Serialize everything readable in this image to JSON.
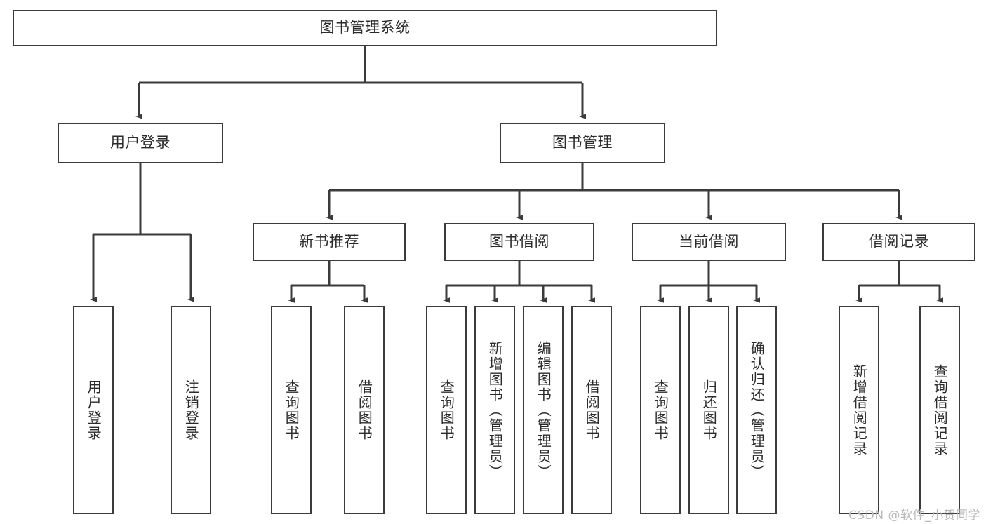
{
  "diagram": {
    "title": "图书管理系统",
    "type": "tree",
    "orientation": "top-down",
    "colors": {
      "background": "#ffffff",
      "node_border": "#3b3b3b",
      "node_fill": "#ffffff",
      "edge": "#3b3b3b",
      "text": "#2b2b2b",
      "watermark": "#b9b9b9"
    },
    "root": {
      "label": "图书管理系统"
    },
    "level1": [
      {
        "label": "用户登录"
      },
      {
        "label": "图书管理"
      }
    ],
    "level2": [
      {
        "label": "新书推荐"
      },
      {
        "label": "图书借阅"
      },
      {
        "label": "当前借阅"
      },
      {
        "label": "借阅记录"
      }
    ],
    "leaves": {
      "user_login": [
        {
          "label": "用户登录"
        },
        {
          "label": "注销登录"
        }
      ],
      "new_book": [
        {
          "label": "查询图书"
        },
        {
          "label": "借阅图书"
        }
      ],
      "book_borrow": [
        {
          "label": "查询图书"
        },
        {
          "label": "新增图书（管理员）"
        },
        {
          "label": "编辑图书（管理员）"
        },
        {
          "label": "借阅图书"
        }
      ],
      "current_borrow": [
        {
          "label": "查询图书"
        },
        {
          "label": "归还图书"
        },
        {
          "label": "确认归还（管理员）"
        }
      ],
      "borrow_record": [
        {
          "label": "新增借阅记录"
        },
        {
          "label": "查询借阅记录"
        }
      ]
    }
  },
  "watermark": {
    "text": "CSDN @软件_小贺同学"
  }
}
